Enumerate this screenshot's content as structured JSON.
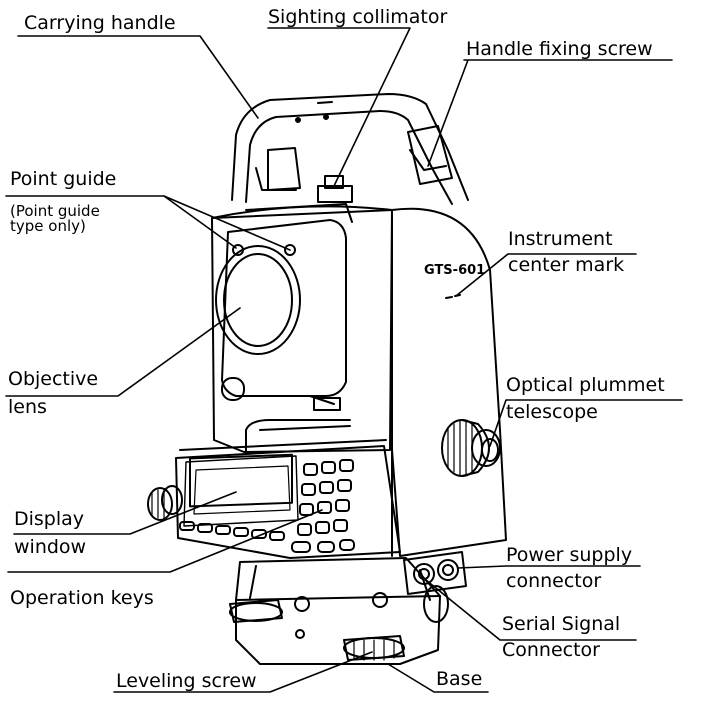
{
  "diagram": {
    "model_badge": "GTS-601",
    "labels": {
      "carrying_handle": "Carrying handle",
      "sighting_collimator": "Sighting collimator",
      "handle_fixing_screw": "Handle fixing screw",
      "point_guide": "Point  guide",
      "point_guide_note_1": "(Point  guide",
      "point_guide_note_2": "type only)",
      "instrument_center_mark_1": "Instrument",
      "instrument_center_mark_2": "center mark",
      "objective_lens_1": "Objective",
      "objective_lens_2": "lens",
      "optical_plummet_1": "Optical plummet",
      "optical_plummet_2": "telescope",
      "display_window_1": "Display",
      "display_window_2": "window",
      "operation_keys": "Operation keys",
      "power_supply_1": "Power supply",
      "power_supply_2": "connector",
      "serial_signal_1": "Serial Signal",
      "serial_signal_2": "Connector",
      "leveling_screw": "Leveling screw",
      "base": "Base"
    }
  }
}
